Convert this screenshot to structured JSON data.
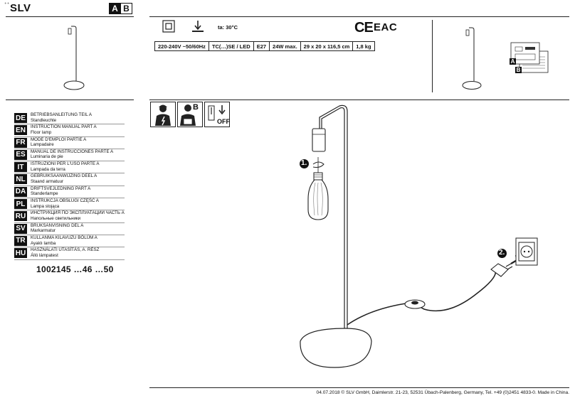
{
  "brand": {
    "name": "SLV"
  },
  "part_badge": {
    "a": "A",
    "b": "B"
  },
  "specs": {
    "ambient_temp": "ta: 30°C",
    "marks": {
      "ce": "CE",
      "eac": "EAC"
    },
    "cells": [
      "220-240V ~50/60Hz",
      "TC(…)SE / LED",
      "E27",
      "24W max.",
      "29 x 20 x 116,5 cm",
      "1,8 kg"
    ]
  },
  "doc_diagram": {
    "label_a": "A",
    "label_b": "B"
  },
  "warning_icons": {
    "manual_b": "B",
    "off_label": "OFF"
  },
  "languages": [
    {
      "code": "DE",
      "title": "BETRIEBSANLEITUNG TEIL A",
      "product": "Standleuchte"
    },
    {
      "code": "EN",
      "title": "INSTRUCTION MANUAL PART A",
      "product": "Floor lamp"
    },
    {
      "code": "FR",
      "title": "MODE D'EMPLOI PARTIE A",
      "product": "Lampadaire"
    },
    {
      "code": "ES",
      "title": "MANUAL DE INSTRUCCIONES PARTE A",
      "product": "Luminaria de pie"
    },
    {
      "code": "IT",
      "title": "ISTRUZIONI PER L'USO PARTE A",
      "product": "Lampada da terra"
    },
    {
      "code": "NL",
      "title": "GEBRUIKSAANWIJZING DEEL A",
      "product": "Staand armatuur"
    },
    {
      "code": "DA",
      "title": "DRIFTSVEJLEDNING PART A",
      "product": "Standerlampe"
    },
    {
      "code": "PL",
      "title": "INSTRUKCJA OBSŁUGI CZĘŚĆ A",
      "product": "Lampa stojąca"
    },
    {
      "code": "RU",
      "title": "ИНСТРУКЦИЯ ПО ЭКСПЛУАТАЦИИ ЧАСТЬ А",
      "product": "Напольные светильники"
    },
    {
      "code": "SV",
      "title": "BRUKSANVISNING DEL A",
      "product": "Markarmatur"
    },
    {
      "code": "TR",
      "title": "KULLANMA KILAVUZU BÖLÜM A",
      "product": "Ayaklı lamba"
    },
    {
      "code": "HU",
      "title": "HASZNÁLATI UTASÍTÁS, A. RÉSZ",
      "product": "Álló lámpatest"
    }
  ],
  "article_numbers": "1002145 …46 …50",
  "steps": {
    "one": "1.",
    "two": "2."
  },
  "footer": "04.07.2018  © SLV GmbH, Daimlerstr. 21-23, 52531 Übach-Palenberg, Germany, Tel. +49 (0)2451 4833-0. Made in China."
}
